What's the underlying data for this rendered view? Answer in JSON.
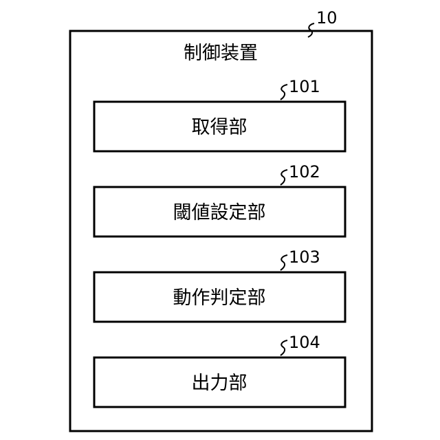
{
  "device": {
    "ref": "10",
    "title": "制御装置"
  },
  "units": [
    {
      "ref": "101",
      "label": "取得部"
    },
    {
      "ref": "102",
      "label": "閾値設定部"
    },
    {
      "ref": "103",
      "label": "動作判定部"
    },
    {
      "ref": "104",
      "label": "出力部"
    }
  ]
}
